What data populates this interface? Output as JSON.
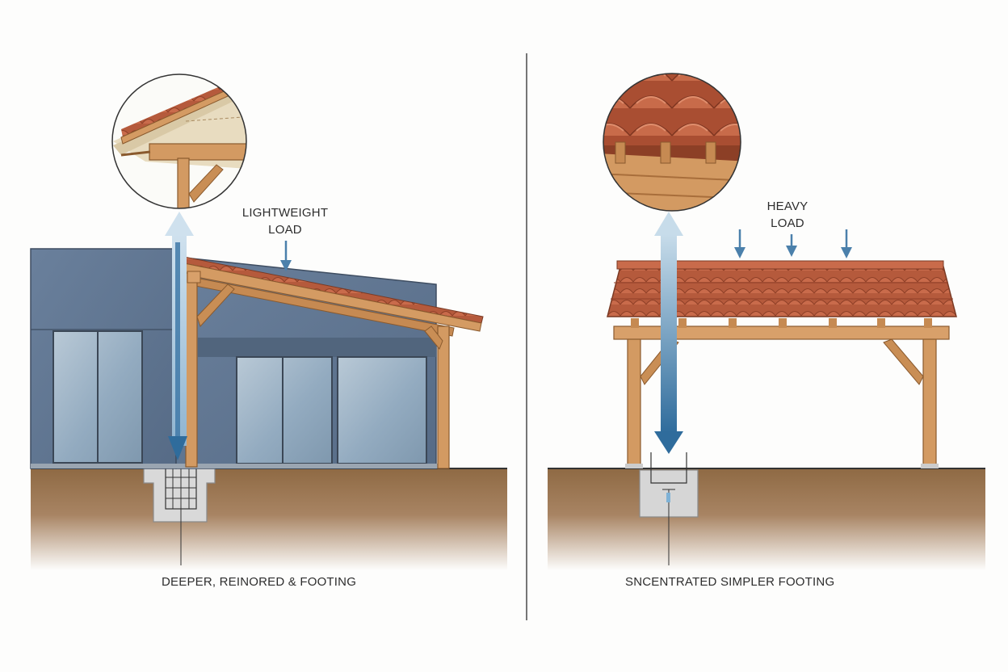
{
  "left_panel": {
    "load_label_line1": "LIGHTWEIGHT",
    "load_label_line2": "LOAD",
    "footing_caption": "DEEPER, REINORED & FOOTING"
  },
  "right_panel": {
    "load_label_line1": "HEAVY",
    "load_label_line2": "LOAD",
    "footing_caption": "SNCENTRATED SIMPLER FOOTING"
  },
  "colors": {
    "wall": "#5f7591",
    "timber": "#d39a62",
    "tile": "#b9583b",
    "soil": "#8f6a44",
    "arrow": "#3f79a8",
    "concrete": "#d6d6d6"
  }
}
